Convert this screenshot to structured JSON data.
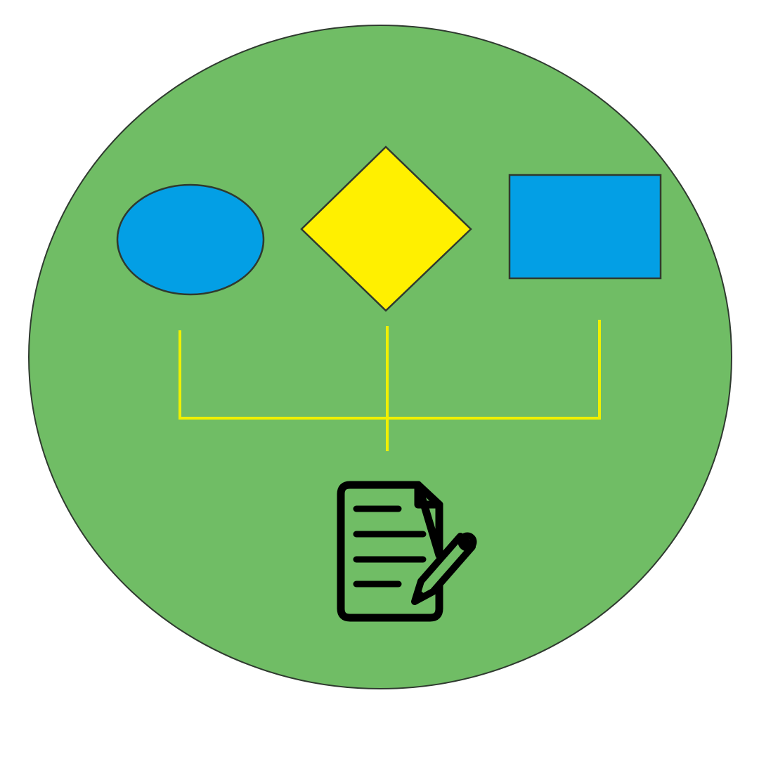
{
  "diagram": {
    "background_color": "#ffffff",
    "badge_color": "#70bd65",
    "outline_color": "#2f3a2f",
    "connector_color": "#f0f000",
    "shapes": [
      {
        "kind": "ellipse",
        "fill": "#039fe5"
      },
      {
        "kind": "diamond",
        "fill": "#fff000"
      },
      {
        "kind": "rectangle",
        "fill": "#039fe5"
      }
    ],
    "result_icon": {
      "name": "document-edit-icon",
      "color": "#000000"
    }
  }
}
